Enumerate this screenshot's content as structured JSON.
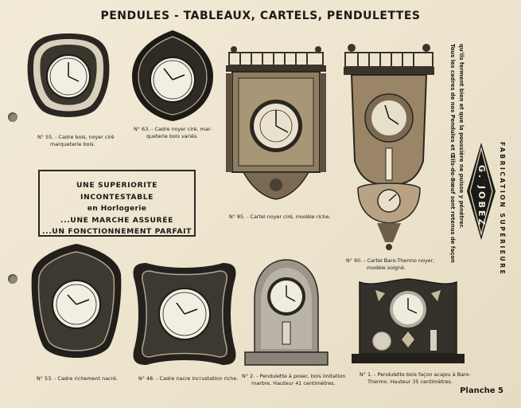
{
  "title": "PENDULES - TABLEAUX,   CARTELS,   PENDULETTES",
  "items": [
    {
      "cap1": "N° 55. - Cadre bois, noyer ciré",
      "cap2": "marqueterie bois."
    },
    {
      "cap1": "N° 63. - Cadre noyer ciré, mar-",
      "cap2": "queterie bois variés."
    },
    {
      "cap1": "N° 85. - Cartel noyer ciré, modèle riche.",
      "cap2": ""
    },
    {
      "cap1": "N° 90. - Cartel Baro-Thermo noyer,",
      "cap2": "modèle soigné."
    },
    {
      "cap1": "N° 53. - Cadre richement nacré.",
      "cap2": ""
    },
    {
      "cap1": "N° 48. - Cadre nacre incrustation riche.",
      "cap2": ""
    },
    {
      "cap1": "N° 2. - Pendulette à poser, bois imitation",
      "cap2": "marbre. Hauteur 41 centimètres."
    },
    {
      "cap1": "N° 1. - Pendulette bois façon acajou à Baro-",
      "cap2": "Thermo. Hauteur 35 centimètres."
    }
  ],
  "slogan": {
    "line1": "UNE SUPERIORITE INCONTESTABLE",
    "line2": "en Horlogerie",
    "line3": "...UNE MARCHE ASSURÉE",
    "line4": "...UN FONCTIONNEMENT PARFAIT"
  },
  "side_note": {
    "line1": "Tous les cadres de nos Pendules et Œils-de-Bœuf sont retenus de façon",
    "line2": "qu'ils ferment bien et que la poussière ne puisse y pénétrer."
  },
  "brand": {
    "mark": "G. JOBEZ",
    "tagline": "FABRICATION SUPÉRIEURE"
  },
  "footer": "Planche 5"
}
